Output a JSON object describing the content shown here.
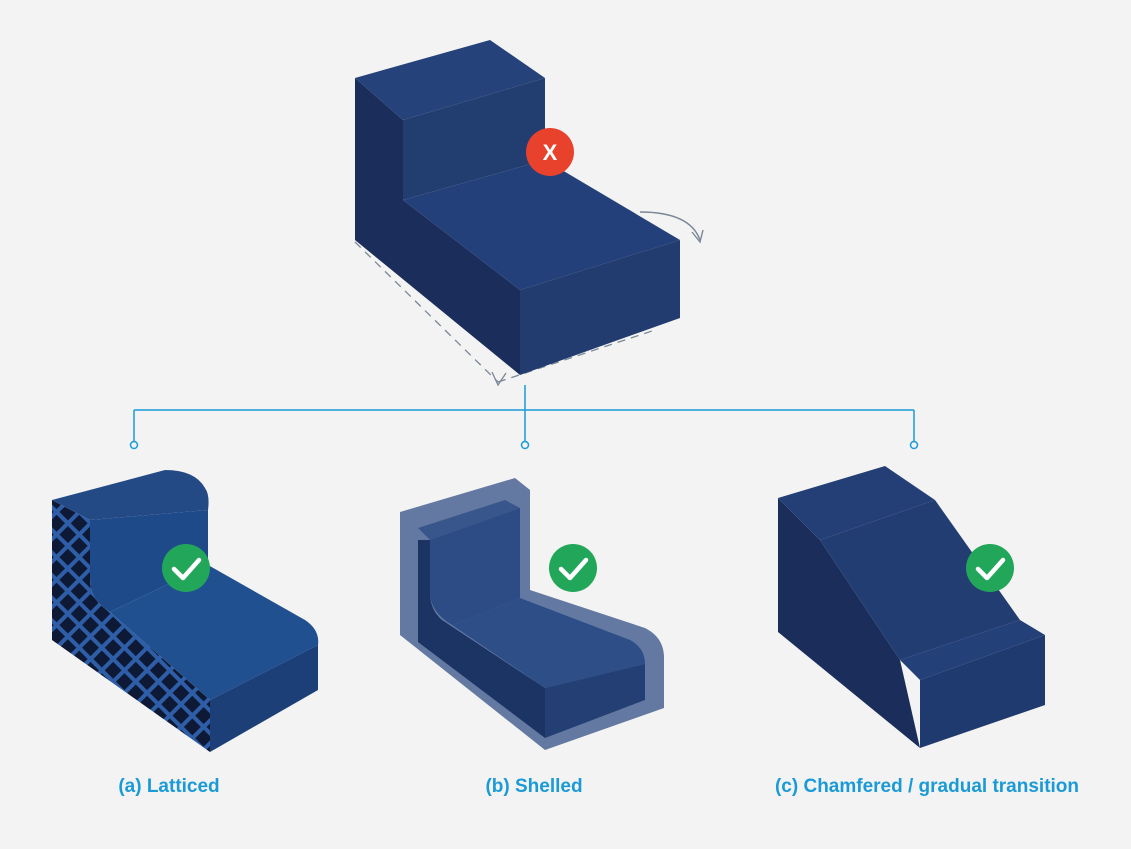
{
  "diagram": {
    "top_badge": {
      "text": "X",
      "icon": "cross-badge-icon",
      "color": "#e8412c"
    },
    "option_badge": {
      "icon": "checkmark-badge-icon",
      "color": "#22a65a"
    },
    "options": [
      {
        "id": "a",
        "label": "(a) Latticed"
      },
      {
        "id": "b",
        "label": "(b) Shelled"
      },
      {
        "id": "c",
        "label": "(c) Chamfered / gradual transition"
      }
    ]
  },
  "colors": {
    "background": "#f3f3f3",
    "part_front": "#1b2f5c",
    "part_top": "#233f72",
    "part_side": "#2a4a84",
    "connector": "#1a9ad6",
    "caption": "#1a9ad6"
  }
}
